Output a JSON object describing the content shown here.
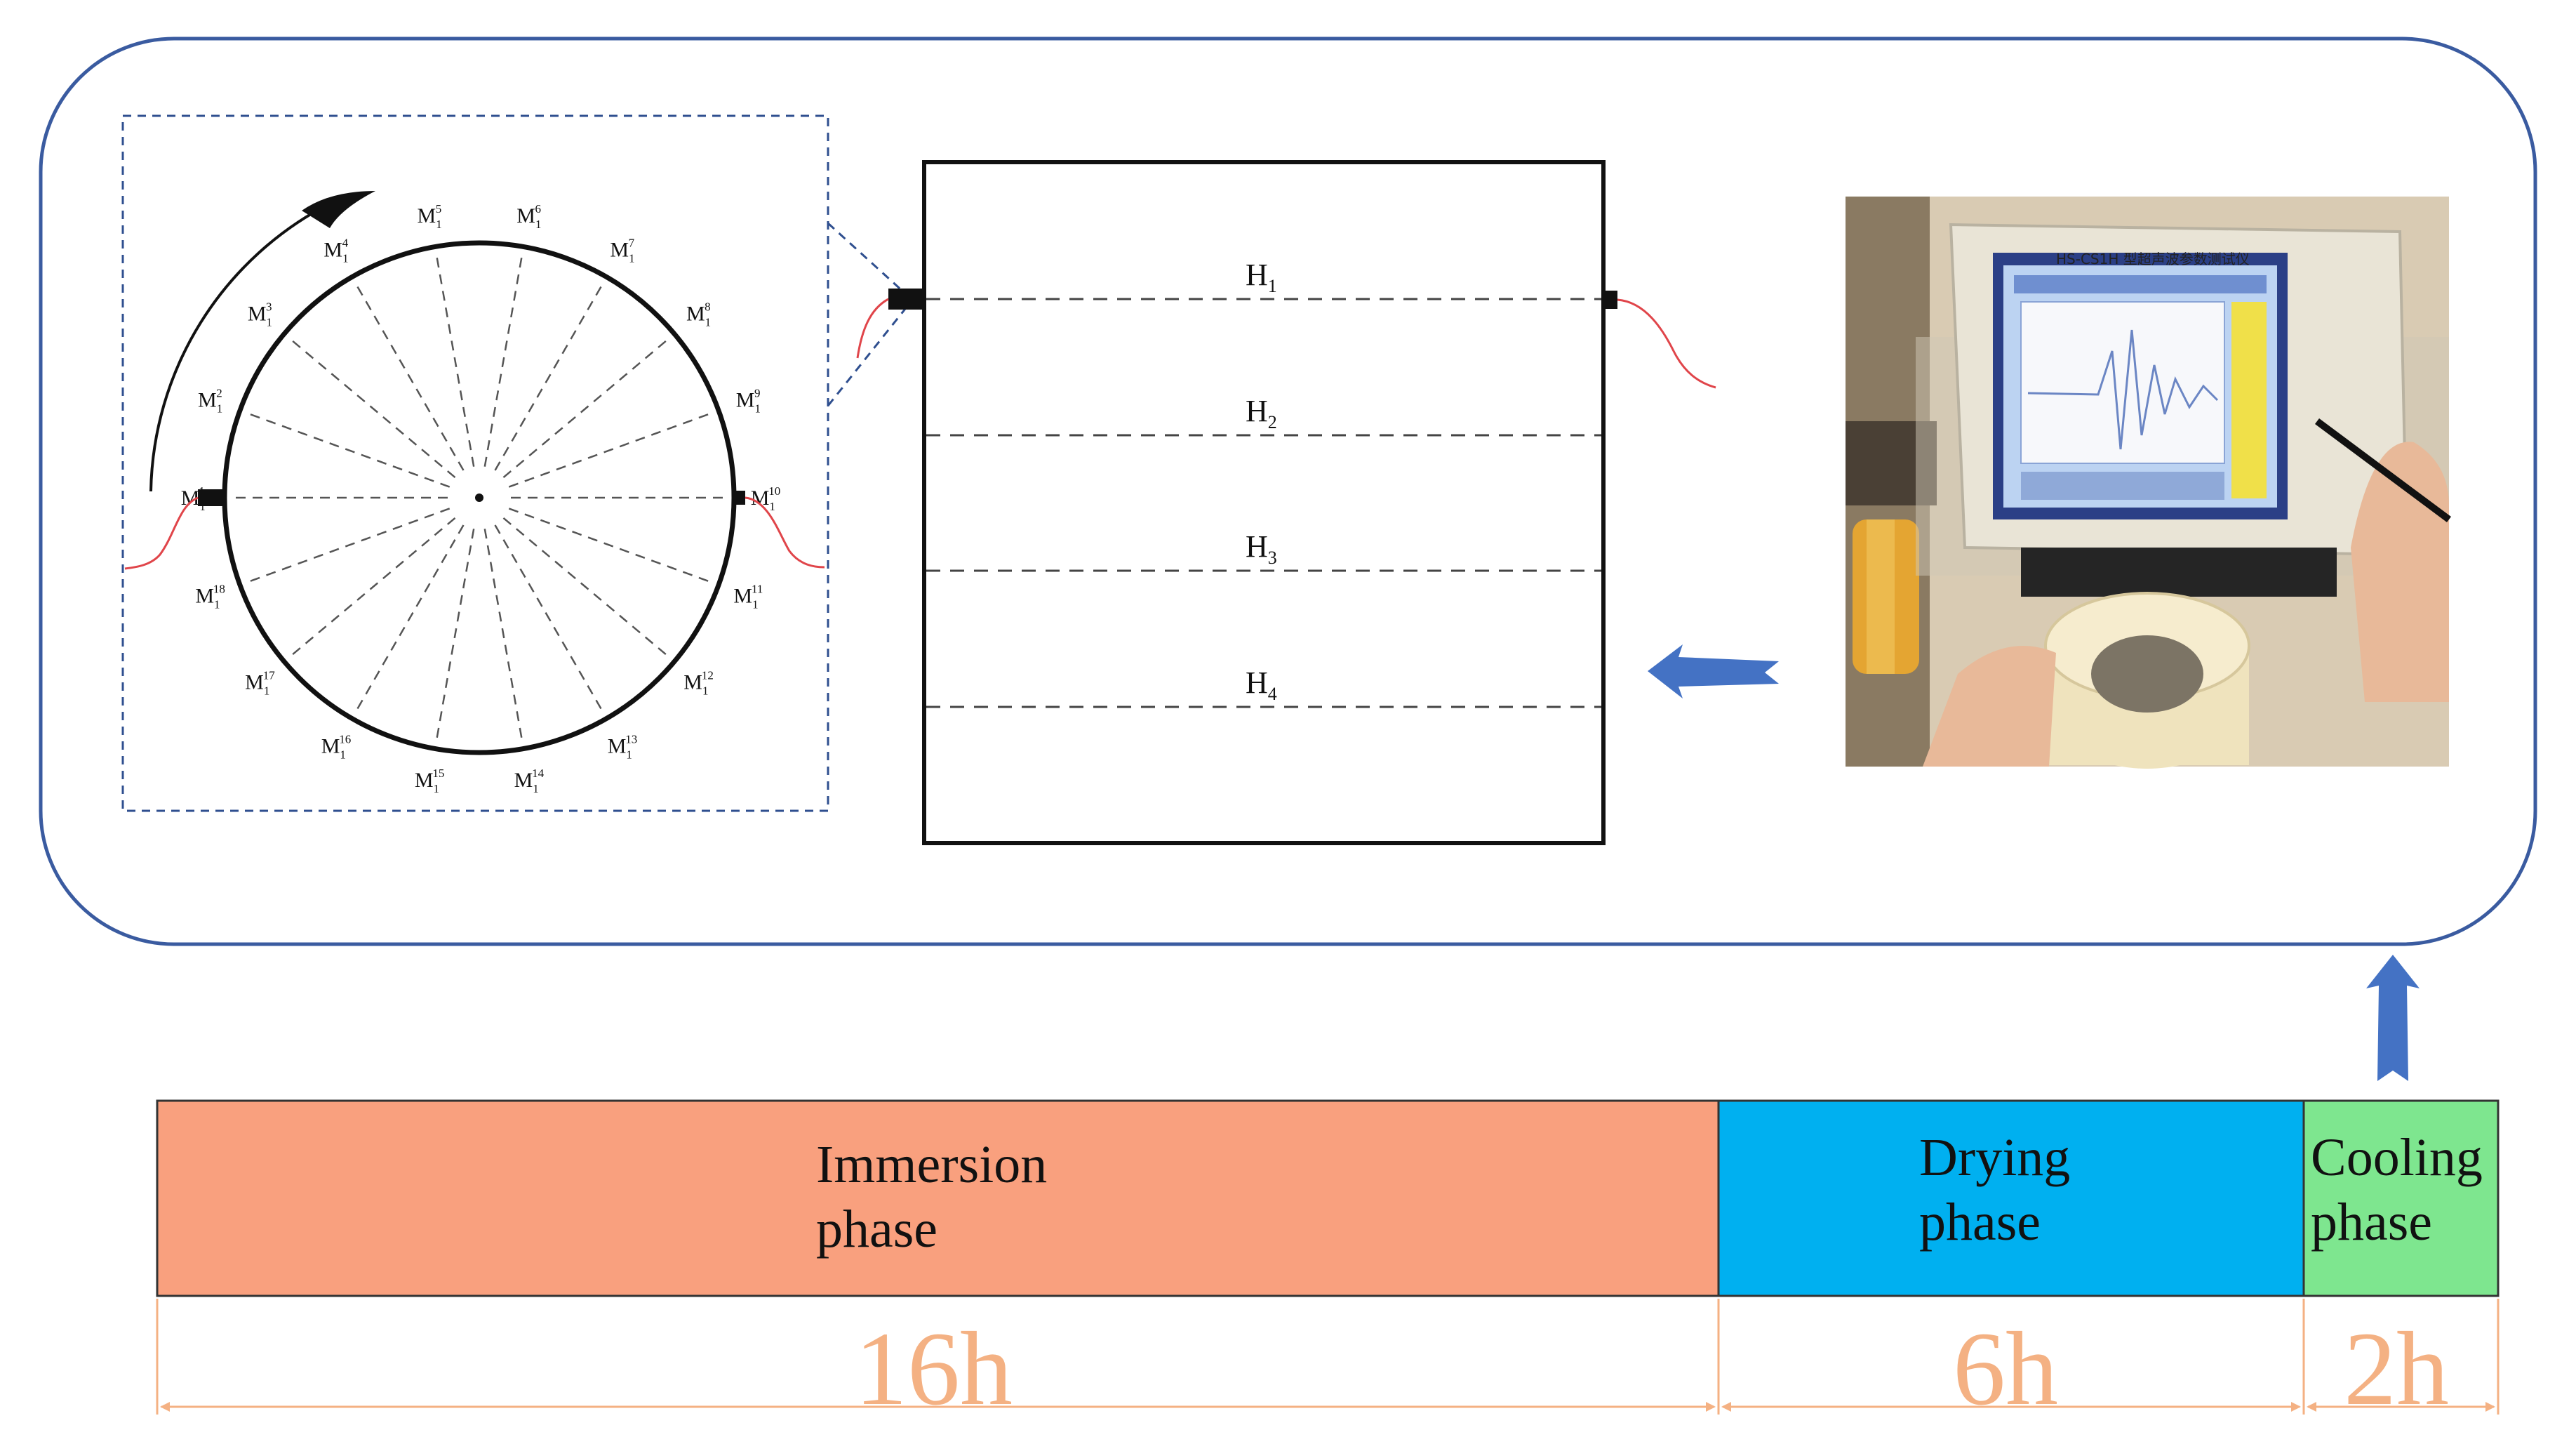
{
  "diagram": {
    "colors": {
      "frame": "#3a5ba0",
      "immersion": "#f9a07e",
      "drying": "#00b0f0",
      "cooling": "#7ee68f",
      "duration": "#f4b183",
      "arrow": "#4472c4",
      "sensor_wire": "#e0454a"
    },
    "circle_labels": [
      {
        "base": "M",
        "sub": "1",
        "sup": "1"
      },
      {
        "base": "M",
        "sub": "1",
        "sup": "2"
      },
      {
        "base": "M",
        "sub": "1",
        "sup": "3"
      },
      {
        "base": "M",
        "sub": "1",
        "sup": "4"
      },
      {
        "base": "M",
        "sub": "1",
        "sup": "5"
      },
      {
        "base": "M",
        "sub": "1",
        "sup": "6"
      },
      {
        "base": "M",
        "sub": "1",
        "sup": "7"
      },
      {
        "base": "M",
        "sub": "1",
        "sup": "8"
      },
      {
        "base": "M",
        "sub": "1",
        "sup": "9"
      },
      {
        "base": "M",
        "sub": "1",
        "sup": "10"
      },
      {
        "base": "M",
        "sub": "1",
        "sup": "11"
      },
      {
        "base": "M",
        "sub": "1",
        "sup": "12"
      },
      {
        "base": "M",
        "sub": "1",
        "sup": "13"
      },
      {
        "base": "M",
        "sub": "1",
        "sup": "14"
      },
      {
        "base": "M",
        "sub": "1",
        "sup": "15"
      },
      {
        "base": "M",
        "sub": "1",
        "sup": "16"
      },
      {
        "base": "M",
        "sub": "1",
        "sup": "17"
      },
      {
        "base": "M",
        "sub": "1",
        "sup": "18"
      }
    ],
    "section_lines": [
      {
        "base": "H",
        "sub": "1"
      },
      {
        "base": "H",
        "sub": "2"
      },
      {
        "base": "H",
        "sub": "3"
      },
      {
        "base": "H",
        "sub": "4"
      }
    ],
    "photo": {
      "screen_title": "HS-CS1H 型超声波参数测试仪",
      "icon": "ultrasonic-tester-photo"
    },
    "phases": [
      {
        "label": "Immersion\nphase",
        "duration": "16h"
      },
      {
        "label": "Drying\nphase",
        "duration": "6h"
      },
      {
        "label": "Cooling\nphase",
        "duration": "2h"
      }
    ]
  }
}
